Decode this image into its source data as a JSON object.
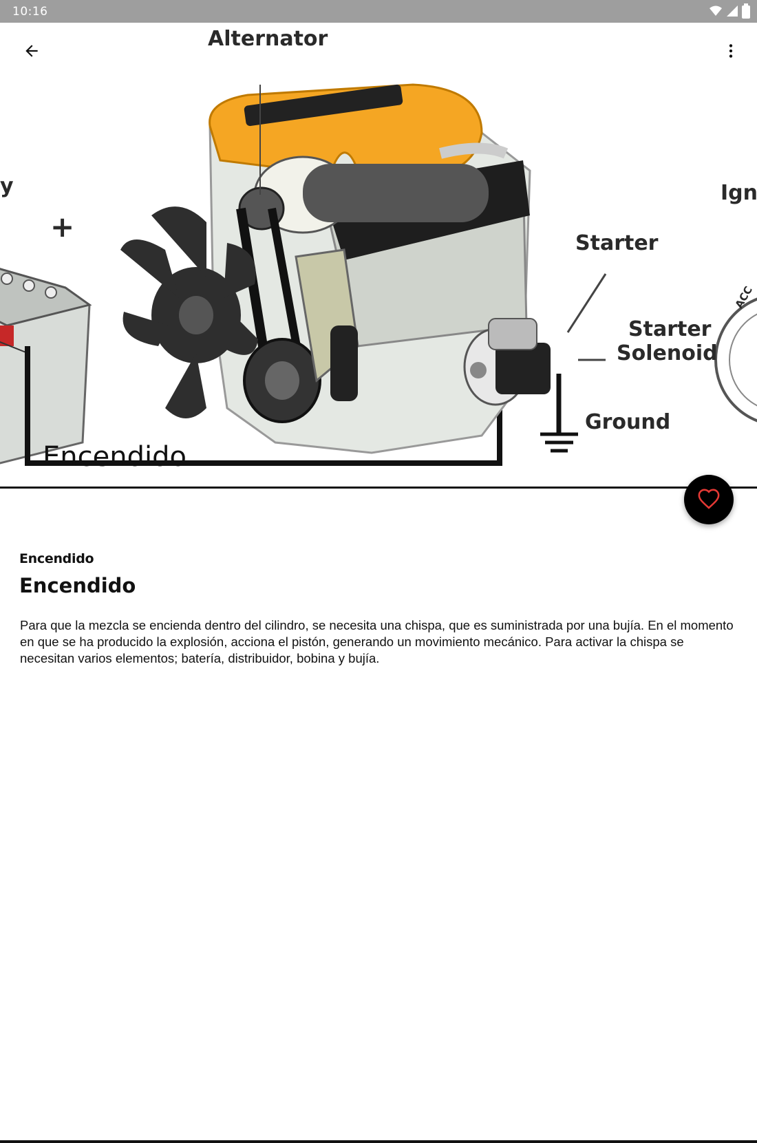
{
  "status_bar": {
    "time": "10:16",
    "icons": [
      "wifi-icon",
      "signal-icon",
      "battery-icon"
    ]
  },
  "toolbar": {
    "back_icon": "arrow-back-icon",
    "menu_icon": "more-vert-icon"
  },
  "hero": {
    "labels": {
      "alternator": "Alternator",
      "starter": "Starter",
      "starter_solenoid_line1": "Starter",
      "starter_solenoid_line2": "Solenoid",
      "ground": "Ground",
      "battery_partial": "y",
      "plus": "+",
      "ignition_partial": "Igni",
      "acc": "ACC"
    },
    "caption": "Encendido"
  },
  "favorite_button": {
    "icon": "heart-outline-icon",
    "color": "#e53935"
  },
  "article": {
    "subtitle": "Encendido",
    "title": "Encendido",
    "body": "Para que la mezcla se encienda dentro del cilindro, se necesita una chispa, que es suministrada por una bujía. En el momento en que se ha producido la explosión, acciona el pistón, generando un movimiento mecánico. Para activar la chispa se necesitan varios elementos; batería, distribuidor, bobina y bujía."
  },
  "colors": {
    "status_bar": "#9e9e9e",
    "accent_heart": "#e53935",
    "engine_cover": "#f5a623"
  }
}
